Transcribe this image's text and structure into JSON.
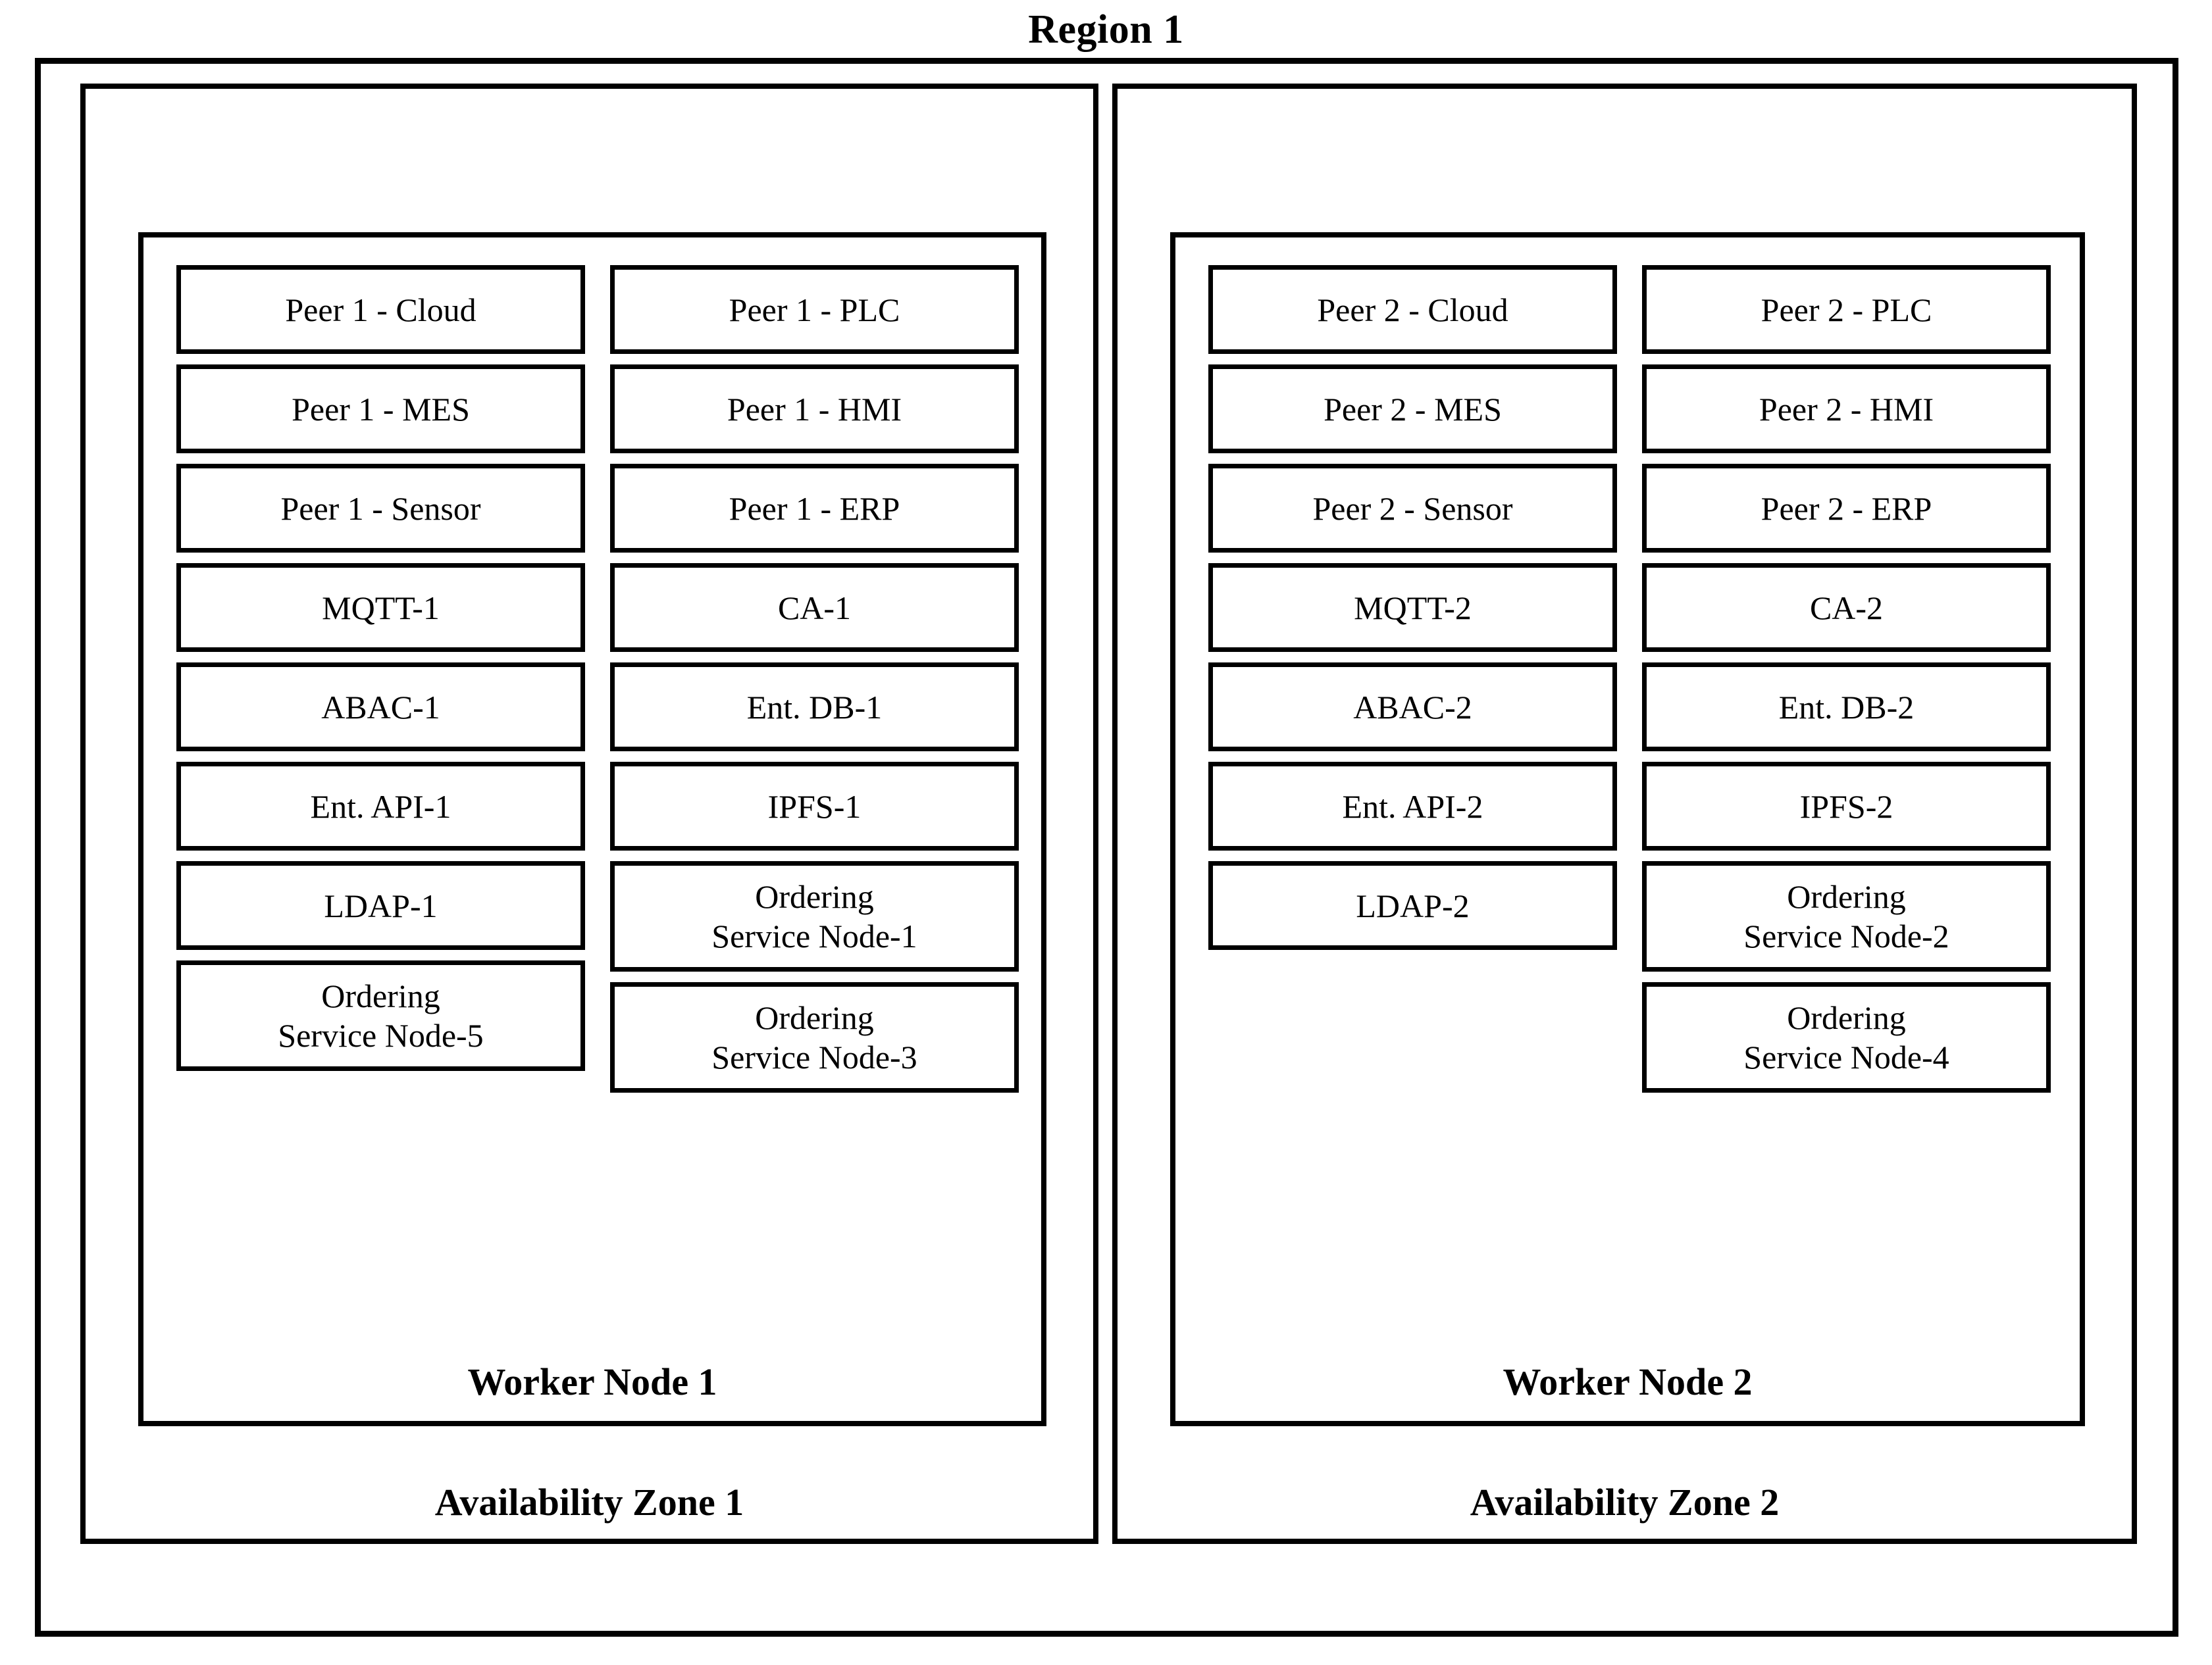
{
  "diagram": {
    "title": "Region 1",
    "availability_zones": [
      {
        "label": "Availability Zone 1",
        "worker_node": {
          "label": "Worker Node 1",
          "left_column": [
            {
              "text": "Peer 1 - Cloud",
              "lines": [
                "Peer 1 - Cloud"
              ]
            },
            {
              "text": "Peer 1 - MES",
              "lines": [
                "Peer 1 - MES"
              ]
            },
            {
              "text": "Peer 1 - Sensor",
              "lines": [
                "Peer 1 - Sensor"
              ]
            },
            {
              "text": "MQTT-1",
              "lines": [
                "MQTT-1"
              ]
            },
            {
              "text": "ABAC-1",
              "lines": [
                "ABAC-1"
              ]
            },
            {
              "text": "Ent. API-1",
              "lines": [
                "Ent. API-1"
              ]
            },
            {
              "text": "LDAP-1",
              "lines": [
                "LDAP-1"
              ]
            },
            {
              "text": "Ordering Service Node-5",
              "lines": [
                "Ordering",
                "Service Node-5"
              ]
            }
          ],
          "right_column": [
            {
              "text": "Peer 1 - PLC",
              "lines": [
                "Peer 1 - PLC"
              ]
            },
            {
              "text": "Peer 1 - HMI",
              "lines": [
                "Peer 1 - HMI"
              ]
            },
            {
              "text": "Peer 1 - ERP",
              "lines": [
                "Peer 1 - ERP"
              ]
            },
            {
              "text": "CA-1",
              "lines": [
                "CA-1"
              ]
            },
            {
              "text": "Ent. DB-1",
              "lines": [
                "Ent. DB-1"
              ]
            },
            {
              "text": "IPFS-1",
              "lines": [
                "IPFS-1"
              ]
            },
            {
              "text": "Ordering Service Node-1",
              "lines": [
                "Ordering",
                "Service Node-1"
              ]
            },
            {
              "text": "Ordering Service Node-3",
              "lines": [
                "Ordering",
                "Service Node-3"
              ]
            }
          ]
        }
      },
      {
        "label": "Availability Zone 2",
        "worker_node": {
          "label": "Worker Node 2",
          "left_column": [
            {
              "text": "Peer 2 - Cloud",
              "lines": [
                "Peer 2 - Cloud"
              ]
            },
            {
              "text": "Peer 2 - MES",
              "lines": [
                "Peer 2 - MES"
              ]
            },
            {
              "text": "Peer 2 - Sensor",
              "lines": [
                "Peer 2 - Sensor"
              ]
            },
            {
              "text": "MQTT-2",
              "lines": [
                "MQTT-2"
              ]
            },
            {
              "text": "ABAC-2",
              "lines": [
                "ABAC-2"
              ]
            },
            {
              "text": "Ent. API-2",
              "lines": [
                "Ent. API-2"
              ]
            },
            {
              "text": "LDAP-2",
              "lines": [
                "LDAP-2"
              ]
            }
          ],
          "right_column": [
            {
              "text": "Peer 2 - PLC",
              "lines": [
                "Peer 2 - PLC"
              ]
            },
            {
              "text": "Peer 2 - HMI",
              "lines": [
                "Peer 2 - HMI"
              ]
            },
            {
              "text": "Peer 2 - ERP",
              "lines": [
                "Peer 2 - ERP"
              ]
            },
            {
              "text": "CA-2",
              "lines": [
                "CA-2"
              ]
            },
            {
              "text": "Ent. DB-2",
              "lines": [
                "Ent. DB-2"
              ]
            },
            {
              "text": "IPFS-2",
              "lines": [
                "IPFS-2"
              ]
            },
            {
              "text": "Ordering Service Node-2",
              "lines": [
                "Ordering",
                "Service Node-2"
              ]
            },
            {
              "text": "Ordering Service Node-4",
              "lines": [
                "Ordering",
                "Service Node-4"
              ]
            }
          ]
        }
      }
    ],
    "colors": {
      "stroke": "#000000",
      "background": "#ffffff",
      "text": "#000000"
    }
  }
}
